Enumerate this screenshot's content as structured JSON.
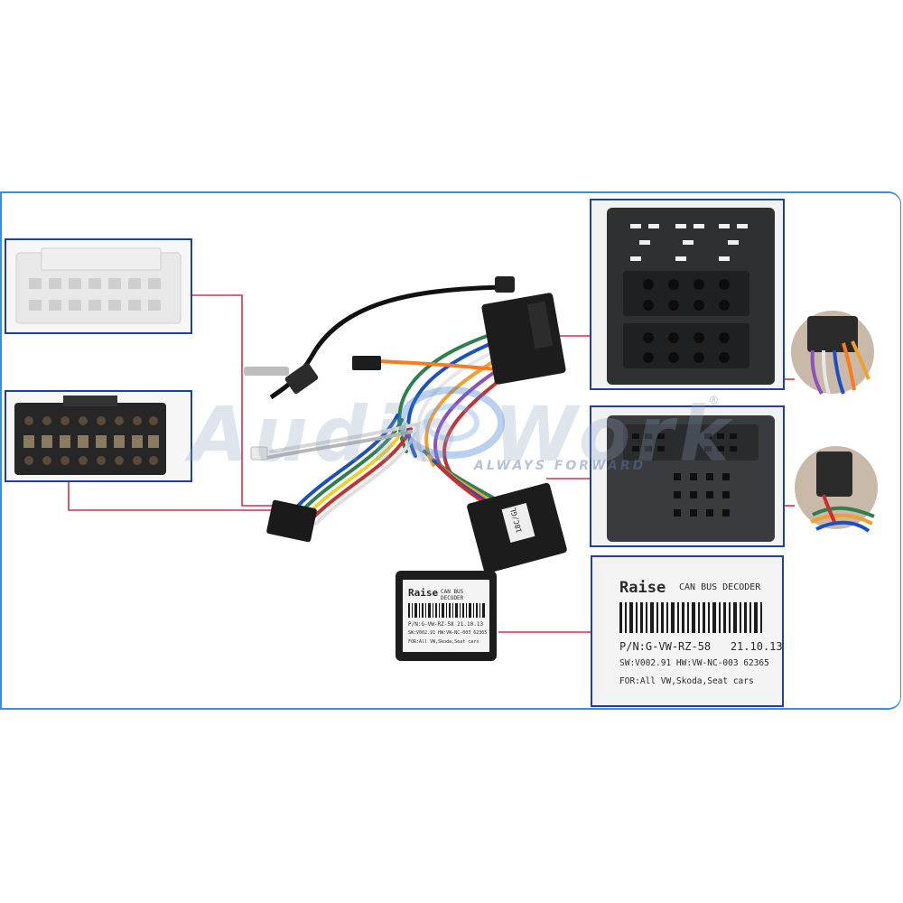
{
  "watermark": {
    "brand": "Audio Work",
    "tagline": "ALWAYS FORWARD",
    "reg": "®"
  },
  "decoder": {
    "brand": "Raise",
    "kind": "CAN BUS DECODER",
    "pn": "P/N:G-VW-RZ-58   21.10.13",
    "sw": "SW:V002.91 HW:VW-NC-003 62365",
    "for": "FOR:All VW,Skoda,Seat cars"
  },
  "small_decoder": {
    "brand": "Raise",
    "kind": "CAN BUS DECODER",
    "pn": "P/N:G-VW-RZ-58   21.10.13",
    "sw": "SW:V002.91 HW:VW-NC-003 62365",
    "for": "FOR:All VW,Skoda,Seat cars"
  },
  "harness_label": "18C/GL-7",
  "colors": {
    "frame": "#3b8fd9",
    "box_border": "#1f3fa8",
    "leader": "#d0324a"
  }
}
